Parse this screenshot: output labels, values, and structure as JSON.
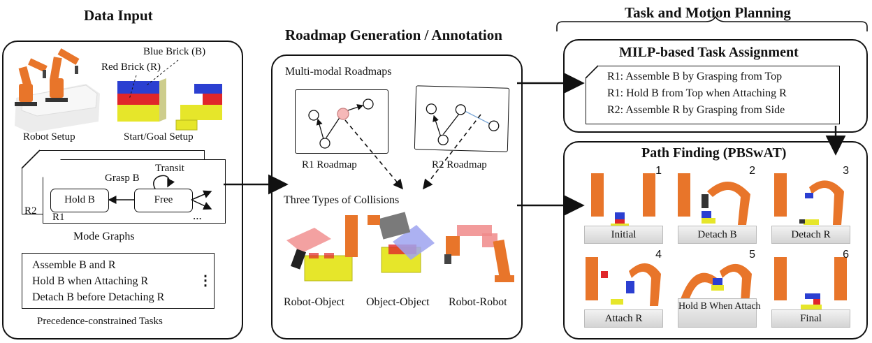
{
  "titles": {
    "data_input": "Data Input",
    "roadmap": "Roadmap Generation / Annotation",
    "tamp": "Task and Motion Planning"
  },
  "data_input": {
    "blue_brick_label": "Blue Brick (B)",
    "red_brick_label": "Red Brick (R)",
    "robot_setup_caption": "Robot Setup",
    "start_goal_caption": "Start/Goal Setup",
    "mode_graph": {
      "transit": "Transit",
      "grasp": "Grasp B",
      "hold": "Hold B",
      "free": "Free",
      "r2": "R2",
      "r1": "R1",
      "ellipsis": "...",
      "caption": "Mode Graphs"
    },
    "tasks": {
      "lines": [
        "Assemble B and R",
        "Hold B when Attaching R",
        "Detach B before Detaching R"
      ],
      "more": "⋮",
      "caption": "Precedence-constrained Tasks"
    }
  },
  "roadmap": {
    "multimodal_label": "Multi-modal Roadmaps",
    "r1_caption": "R1 Roadmap",
    "r2_caption": "R2 Roadmap",
    "collisions_label": "Three Types of Collisions",
    "collision_captions": [
      "Robot-Object",
      "Object-Object",
      "Robot-Robot"
    ]
  },
  "milp": {
    "title": "MILP-based Task Assignment",
    "lines": [
      "R1: Assemble B by Grasping from Top",
      "R1: Hold B from Top when Attaching R",
      "R2: Assemble R by Grasping from Side"
    ]
  },
  "path_finding": {
    "title": "Path Finding (PBSwAT)",
    "frames": [
      {
        "num": "1",
        "label": "Initial"
      },
      {
        "num": "2",
        "label": "Detach B"
      },
      {
        "num": "3",
        "label": "Detach R"
      },
      {
        "num": "4",
        "label": "Attach R"
      },
      {
        "num": "5",
        "label": "Hold B When Attaching R"
      },
      {
        "num": "6",
        "label": "Final"
      }
    ]
  },
  "colors": {
    "robot_orange": "#e8752a",
    "brick_blue": "#2b3fd1",
    "brick_red": "#e0262a",
    "brick_yellow": "#e6e62a",
    "highlight_node": "#f6b8b8",
    "r2_edge": "#7aa6d6"
  }
}
